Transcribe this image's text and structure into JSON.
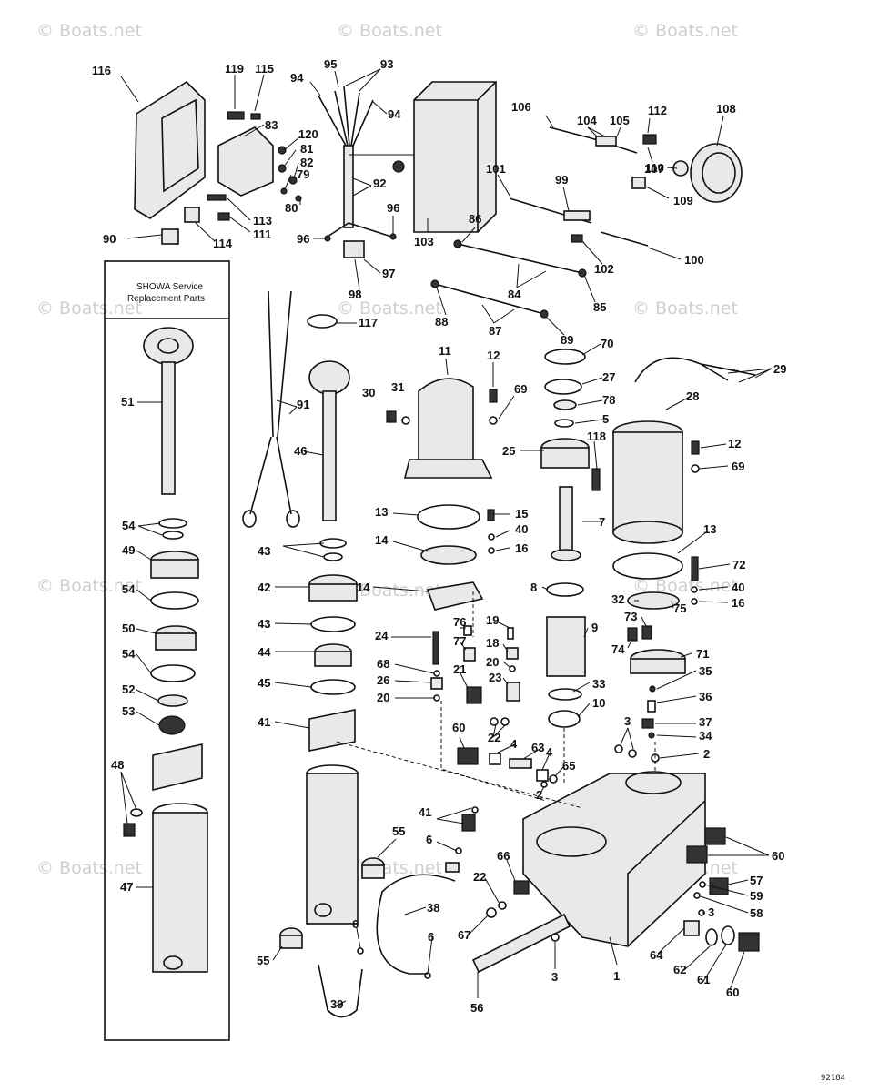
{
  "watermark": "© Boats.net",
  "inset_box": {
    "line1": "SHOWA Service",
    "line2": "Replacement Parts"
  },
  "drawing_code": "92184",
  "callouts": {
    "c1": "1",
    "c2": "2",
    "c3": "3",
    "c4": "4",
    "c5": "5",
    "c6": "6",
    "c7": "7",
    "c8": "8",
    "c9": "9",
    "c10": "10",
    "c11": "11",
    "c12": "12",
    "c13": "13",
    "c14": "14",
    "c15": "15",
    "c16": "16",
    "c18": "18",
    "c19": "19",
    "c20": "20",
    "c21": "21",
    "c22": "22",
    "c23": "23",
    "c24": "24",
    "c25": "25",
    "c26": "26",
    "c27": "27",
    "c28": "28",
    "c29": "29",
    "c30": "30",
    "c31": "31",
    "c32": "32",
    "c33": "33",
    "c34": "34",
    "c35": "35",
    "c36": "36",
    "c37": "37",
    "c38": "38",
    "c39": "39",
    "c40": "40",
    "c41": "41",
    "c42": "42",
    "c43": "43",
    "c44": "44",
    "c45": "45",
    "c46": "46",
    "c47": "47",
    "c48": "48",
    "c49": "49",
    "c50": "50",
    "c51": "51",
    "c52": "52",
    "c53": "53",
    "c54": "54",
    "c55": "55",
    "c56": "56",
    "c57": "57",
    "c58": "58",
    "c59": "59",
    "c60": "60",
    "c61": "61",
    "c62": "62",
    "c63": "63",
    "c64": "64",
    "c65": "65",
    "c66": "66",
    "c67": "67",
    "c68": "68",
    "c69": "69",
    "c70": "70",
    "c71": "71",
    "c72": "72",
    "c73": "73",
    "c74": "74",
    "c75": "75",
    "c76": "76",
    "c77": "77",
    "c78": "78",
    "c79": "79",
    "c80": "80",
    "c81": "81",
    "c82": "82",
    "c83": "83",
    "c84": "84",
    "c85": "85",
    "c86": "86",
    "c87": "87",
    "c88": "88",
    "c89": "89",
    "c90": "90",
    "c91": "91",
    "c92": "92",
    "c93": "93",
    "c94": "94",
    "c95": "95",
    "c96": "96",
    "c97": "97",
    "c98": "98",
    "c99": "99",
    "c100": "100",
    "c101": "101",
    "c102": "102",
    "c103": "103",
    "c104": "104",
    "c105": "105",
    "c106": "106",
    "c107": "107",
    "c108": "108",
    "c109": "109",
    "c110": "110",
    "c111": "111",
    "c112": "112",
    "c113": "113",
    "c114": "114",
    "c115": "115",
    "c116": "116",
    "c117": "117",
    "c118": "118",
    "c119": "119",
    "c120": "120"
  }
}
